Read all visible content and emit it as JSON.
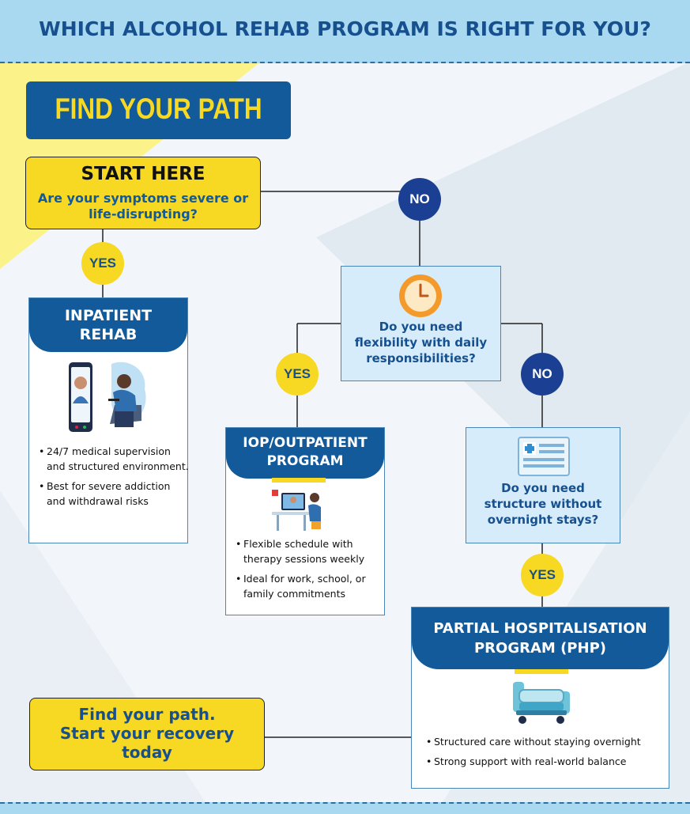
{
  "header": {
    "title": "WHICH ALCOHOL REHAB PROGRAM IS RIGHT FOR YOU?"
  },
  "banner": {
    "text": "FIND YOUR PATH"
  },
  "start": {
    "title": "START HERE",
    "question": "Are your symptoms severe or life-disrupting?"
  },
  "decisions": {
    "no_1": "NO",
    "yes_1": "YES",
    "yes_2": "YES",
    "no_2": "NO",
    "yes_3": "YES"
  },
  "flexibility_question": {
    "text": "Do you need flexibility with daily responsibilities?",
    "icon": "clock-icon"
  },
  "structure_question": {
    "text": "Do you need structure without overnight stays?",
    "icon": "medical-form-icon"
  },
  "inpatient": {
    "title_line1": "INPATIENT",
    "title_line2": "REHAB",
    "bullets": [
      "24/7 medical supervision and structured environment.",
      "Best for severe addiction and withdrawal risks"
    ]
  },
  "iop": {
    "title_line1": "IOP/OUTPATIENT",
    "title_line2": "PROGRAM",
    "bullets": [
      "Flexible schedule with therapy sessions weekly",
      "Ideal for work, school, or family commitments"
    ]
  },
  "php": {
    "title_line1": "PARTIAL HOSPITALISATION",
    "title_line2": "PROGRAM (PHP)",
    "bullets": [
      "Structured care without  staying overnight",
      "Strong support with real-world balance"
    ]
  },
  "final": {
    "line1": "Find your path.",
    "line2": "Start your recovery",
    "line3": "today"
  },
  "colors": {
    "navy": "#135a9a",
    "yellow": "#f7d823",
    "light_blue": "#d6ecfa",
    "header_blue": "#a9d9f1",
    "dark_blue_circle": "#1b3f93"
  }
}
